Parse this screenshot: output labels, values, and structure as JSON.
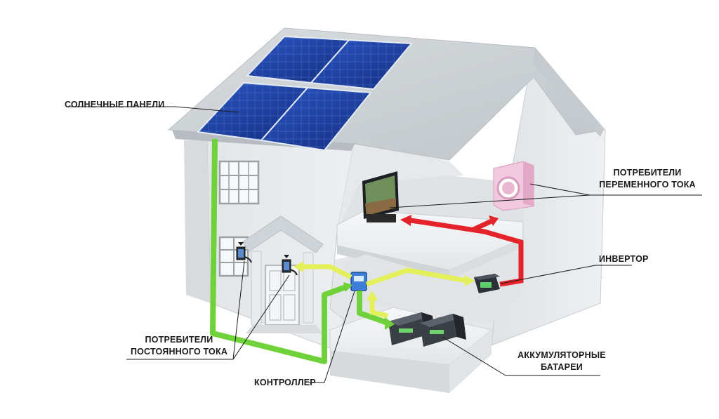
{
  "labels": {
    "solar_panels": "СОЛНЕЧНЫЕ ПАНЕЛИ",
    "ac_consumers_line1": "ПОТРЕБИТЕЛИ",
    "ac_consumers_line2": "ПЕРЕМЕННОГО ТОКА",
    "inverter": "ИНВЕРТОР",
    "dc_consumers_line1": "ПОТРЕБИТЕЛИ",
    "dc_consumers_line2": "ПОСТОЯННОГО ТОКА",
    "batteries_line1": "АККУМУЛЯТОРНЫЕ",
    "batteries_line2": "БАТАРЕИ",
    "controller": "КОНТРОЛЛЕР"
  },
  "colors": {
    "dc_green": "#7ddc3a",
    "dc_yellow": "#e2f25a",
    "ac_red": "#e8242a",
    "panel_blue": "#1d3fa0",
    "wall": "#e9ecee",
    "roof": "#c9cfd3"
  },
  "icons": [
    "solar-panel-icon",
    "tv-icon",
    "washing-machine-icon",
    "inverter-icon",
    "battery-icon",
    "controller-icon",
    "wall-lamp-icon"
  ]
}
